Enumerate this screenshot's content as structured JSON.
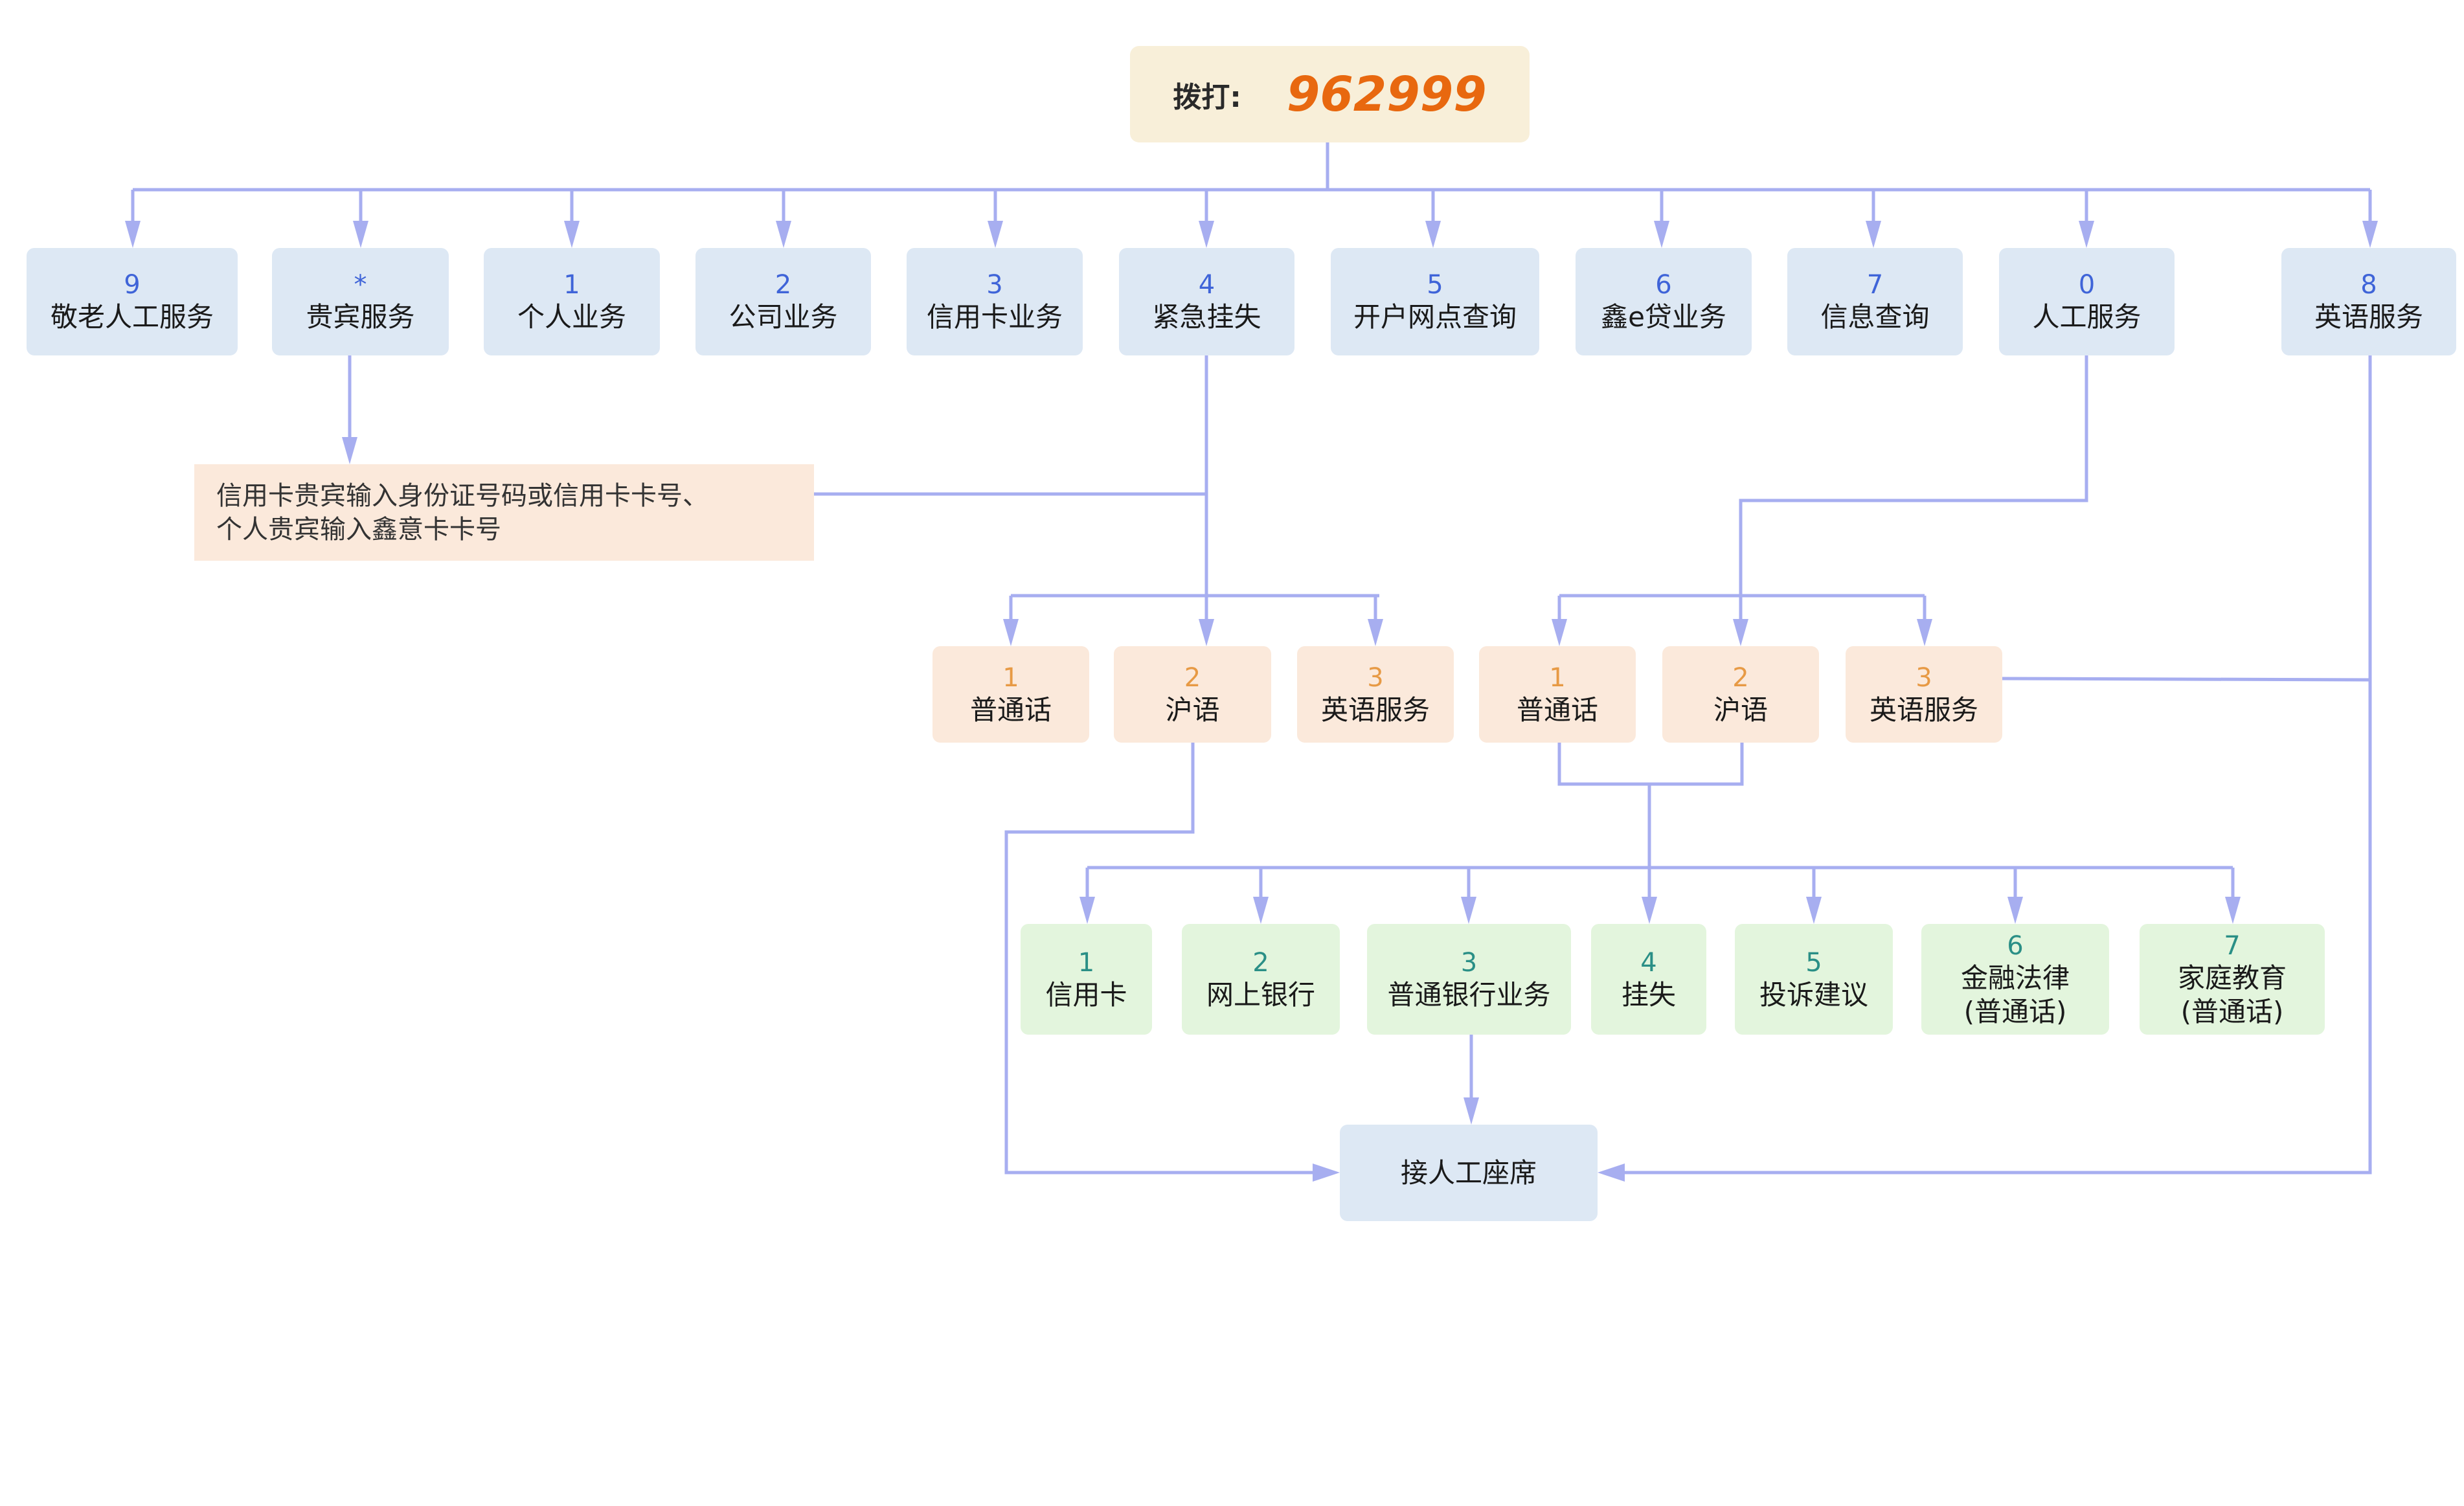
{
  "colors": {
    "connector": "#a7aef0",
    "level1_fill": "#dde8f4",
    "level1_number": "#3f64d8",
    "language_fill": "#fbe9db",
    "language_number": "#e79a45",
    "service_fill": "#e3f5dd",
    "service_number": "#2a8f86",
    "dial_fill": "#f8efd9",
    "dial_number": "#e8680f"
  },
  "root": {
    "label": "拨打:",
    "number": "962999"
  },
  "level1": [
    {
      "key": "9",
      "label": "敬老人工服务"
    },
    {
      "key": "*",
      "label": "贵宾服务"
    },
    {
      "key": "1",
      "label": "个人业务"
    },
    {
      "key": "2",
      "label": "公司业务"
    },
    {
      "key": "3",
      "label": "信用卡业务"
    },
    {
      "key": "4",
      "label": "紧急挂失"
    },
    {
      "key": "5",
      "label": "开户网点查询"
    },
    {
      "key": "6",
      "label": "鑫e贷业务"
    },
    {
      "key": "7",
      "label": "信息查询"
    },
    {
      "key": "0",
      "label": "人工服务"
    },
    {
      "key": "8",
      "label": "英语服务"
    }
  ],
  "vip_note": "信用卡贵宾输入身份证号码或信用卡卡号、\n个人贵宾输入鑫意卡卡号",
  "language_left": [
    {
      "key": "1",
      "label": "普通话"
    },
    {
      "key": "2",
      "label": "沪语"
    },
    {
      "key": "3",
      "label": "英语服务"
    }
  ],
  "language_right": [
    {
      "key": "1",
      "label": "普通话"
    },
    {
      "key": "2",
      "label": "沪语"
    },
    {
      "key": "3",
      "label": "英语服务"
    }
  ],
  "services": [
    {
      "key": "1",
      "label": "信用卡"
    },
    {
      "key": "2",
      "label": "网上银行"
    },
    {
      "key": "3",
      "label": "普通银行业务"
    },
    {
      "key": "4",
      "label": "挂失"
    },
    {
      "key": "5",
      "label": "投诉建议"
    },
    {
      "key": "6",
      "label": "金融法律\n(普通话)"
    },
    {
      "key": "7",
      "label": "家庭教育\n(普通话)"
    }
  ],
  "agent": {
    "label": "接人工座席"
  }
}
